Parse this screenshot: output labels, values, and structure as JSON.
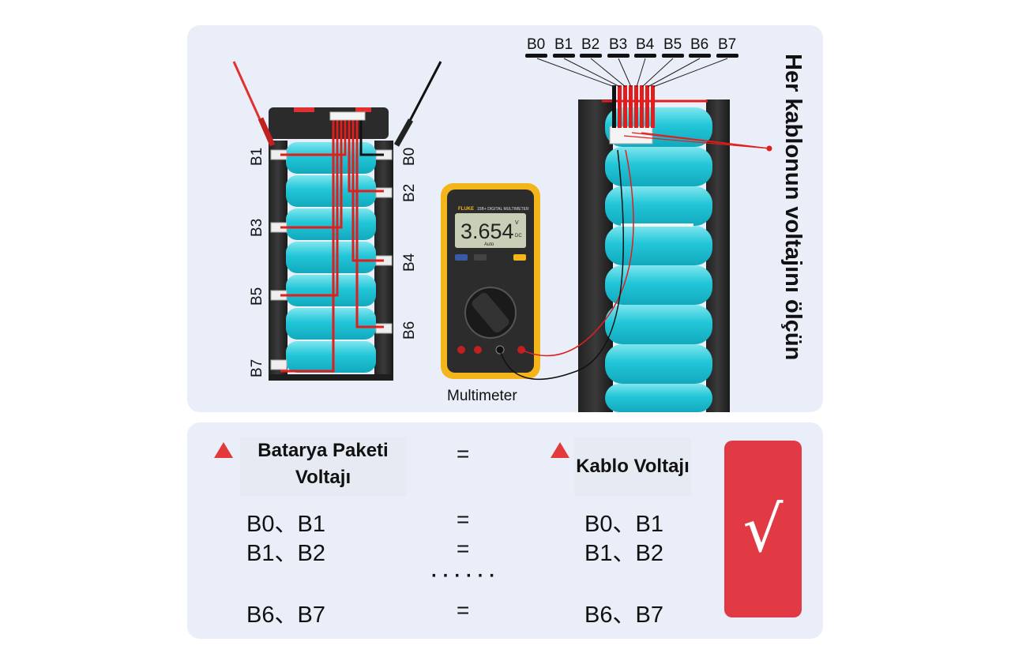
{
  "diagram": {
    "left_pack_labels_left": [
      "B1",
      "B3",
      "B5",
      "B7"
    ],
    "left_pack_labels_right": [
      "B0",
      "B2",
      "B4",
      "B6"
    ],
    "connector_labels": [
      "B0",
      "B1",
      "B2",
      "B3",
      "B4",
      "B5",
      "B6",
      "B7"
    ],
    "multimeter": {
      "brand": "FLUKE",
      "model": "15B+ DIGITAL MULTIMETER",
      "reading": "3.654",
      "unit": "V",
      "mode": "DC",
      "auto_label": "Auto",
      "label": "Multimeter"
    },
    "side_label": "Her kablonun voltajını ölçün"
  },
  "table": {
    "left_header": "Batarya Paketi Voltajı",
    "left_header_line1": "Batarya Paketi",
    "left_header_line2": "Voltajı",
    "right_header": "Kablo Voltajı",
    "equals": "=",
    "rows": [
      {
        "left": "B0、B1",
        "eq": "=",
        "right": "B0、B1"
      },
      {
        "left": "B1、B2",
        "eq": "=",
        "right": "B1、B2"
      },
      {
        "left": "B6、B7",
        "eq": "=",
        "right": "B6、B7"
      }
    ],
    "ellipsis": "· · · · · ·",
    "check_mark": "√"
  },
  "colors": {
    "panel": "#e9eef8",
    "cell": "#1fc5d6",
    "wire_red": "#e01e1e",
    "accent_red": "#e23a45",
    "fluke_yellow": "#f3b519"
  }
}
